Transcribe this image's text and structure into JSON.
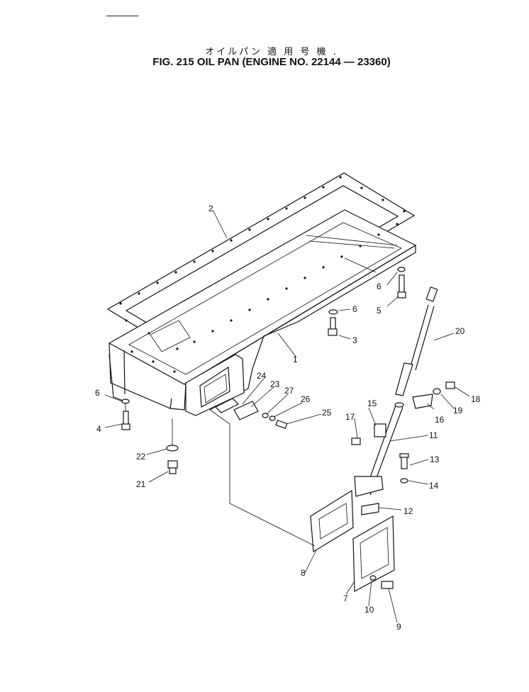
{
  "header": {
    "title_jp": "オイルパン 適 用 号 機 .",
    "title_en": "FIG. 215  OIL PAN (ENGINE NO. 22144 — 23360)"
  },
  "callouts": [
    "1",
    "2",
    "3",
    "4",
    "5",
    "6",
    "6",
    "6",
    "7",
    "8",
    "9",
    "10",
    "11",
    "12",
    "13",
    "14",
    "15",
    "16",
    "17",
    "18",
    "19",
    "20",
    "21",
    "22",
    "23",
    "24",
    "25",
    "26",
    "27"
  ]
}
